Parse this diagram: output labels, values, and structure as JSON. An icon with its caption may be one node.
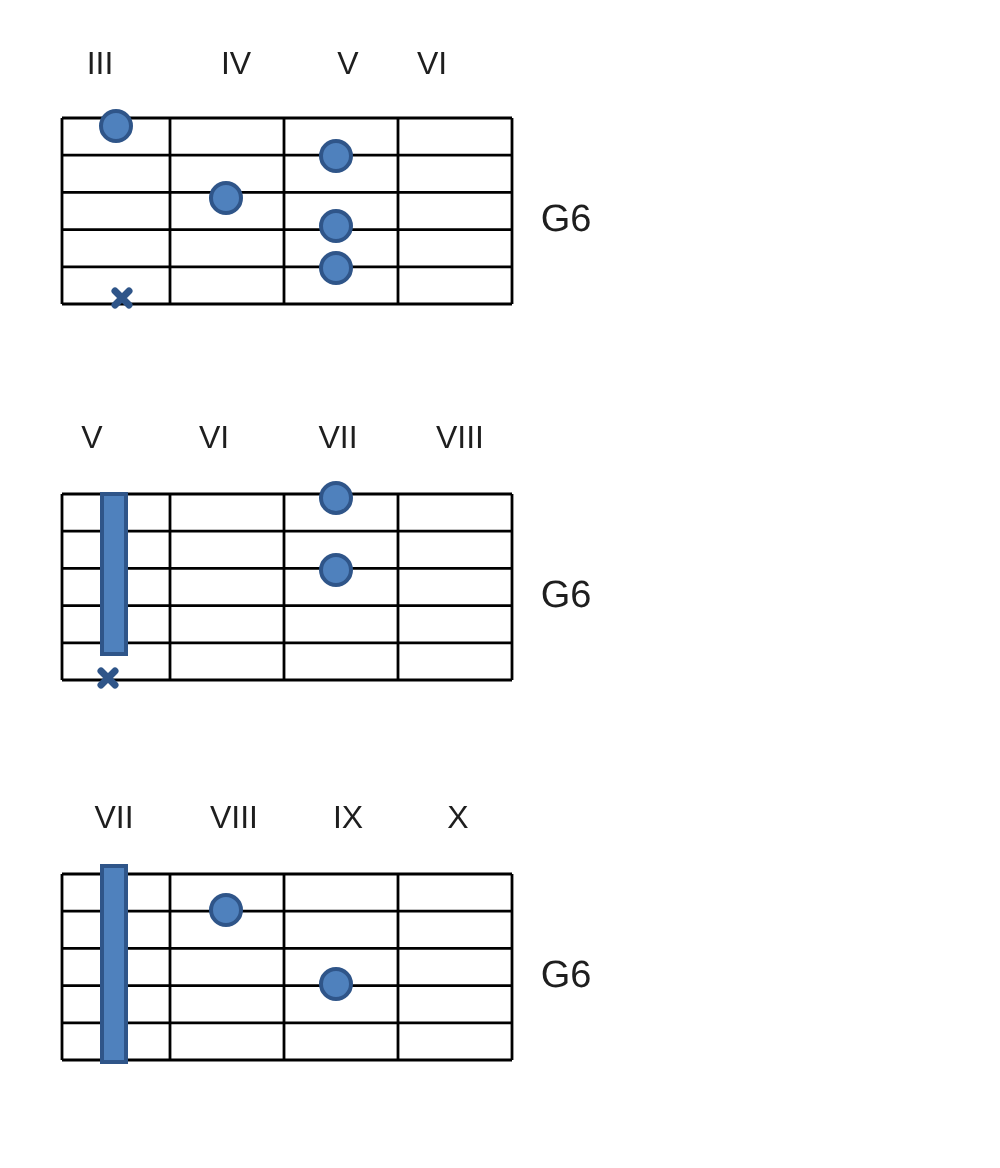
{
  "diagram": {
    "labels": [
      "III",
      "IV",
      "V",
      "VI",
      "G6",
      "V",
      "VI",
      "VII",
      "VIII",
      "G6",
      "VII",
      "VIII",
      "IX",
      "X",
      "G6"
    ]
  }
}
